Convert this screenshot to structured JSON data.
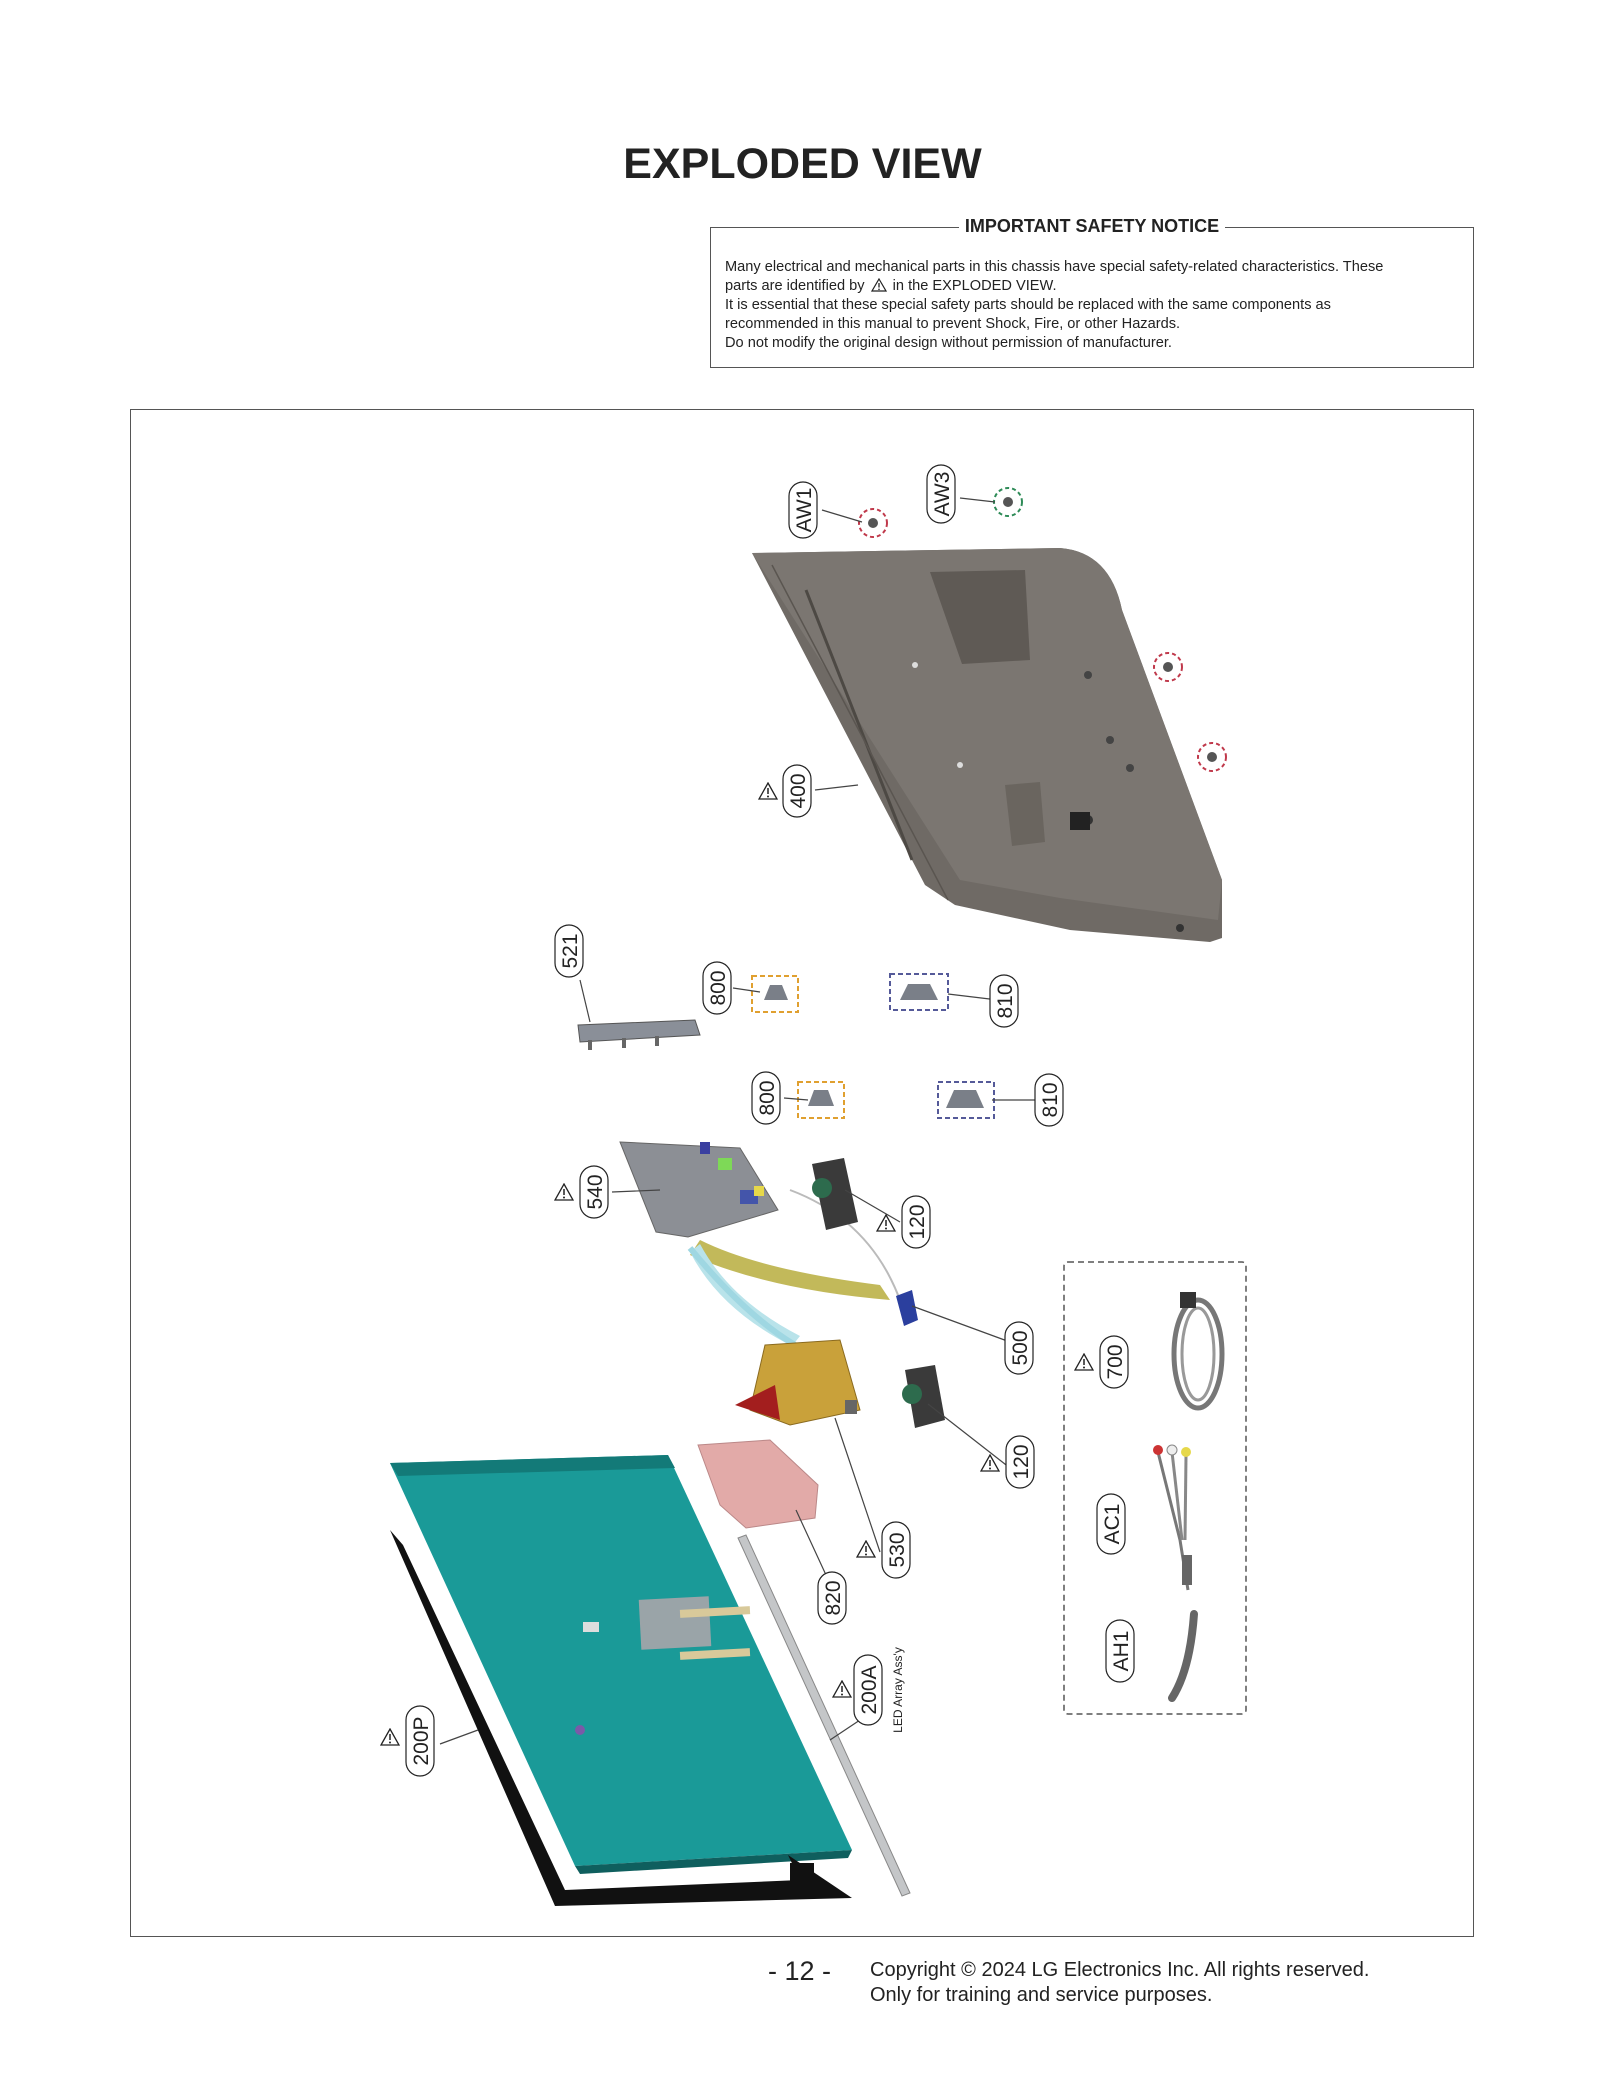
{
  "page_title": "EXPLODED VIEW",
  "safety_notice": {
    "title": "IMPORTANT SAFETY NOTICE",
    "line1": "Many electrical and mechanical parts in this chassis have special safety-related characteristics. These",
    "line2a": "parts are identified by",
    "line2b": "in the EXPLODED VIEW.",
    "line3": "It is essential that these special safety parts should be replaced with the same components as",
    "line4": "recommended in this manual to prevent Shock, Fire, or other Hazards.",
    "line5": "Do not modify the original design without permission of manufacturer."
  },
  "callouts": {
    "aw1": "AW1",
    "aw3": "AW3",
    "p400": "400",
    "p521": "521",
    "p800a": "800",
    "p810a": "810",
    "p800b": "800",
    "p810b": "810",
    "p540": "540",
    "p120a": "120",
    "p500": "500",
    "p700": "700",
    "p120b": "120",
    "ac1": "AC1",
    "p530": "530",
    "p820": "820",
    "ah1": "AH1",
    "p200a": "200A",
    "p200p": "200P"
  },
  "led_label": "LED Array Ass'y",
  "footer": {
    "page_number": "- 12 -",
    "copyright": "Copyright © 2024 LG Electronics Inc. All rights reserved.",
    "usage": "Only for training and service purposes."
  }
}
